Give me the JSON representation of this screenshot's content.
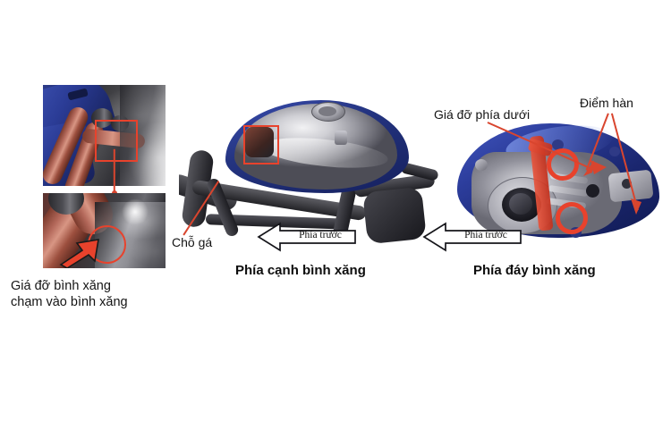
{
  "figure": {
    "background_color": "#ffffff",
    "annotation_color": "#e8422c"
  },
  "panels": [
    {
      "id": "left",
      "name": "tank-bracket-contact",
      "caption_lines": [
        "Giá đỡ bình xăng",
        "chạm vào bình xăng"
      ],
      "annotations": [
        {
          "type": "rect",
          "name": "detail-highlight-box"
        },
        {
          "type": "circle",
          "name": "contact-point-circle"
        },
        {
          "type": "arrow",
          "name": "contact-point-arrow"
        },
        {
          "type": "connector",
          "name": "zoom-connector-line"
        }
      ]
    },
    {
      "id": "middle",
      "name": "tank-side-view",
      "caption": "Phía cạnh bình xăng",
      "callout_label": "Chỗ gá",
      "direction_arrow": "Phía trước",
      "annotations": [
        {
          "type": "rect",
          "name": "mount-highlight-box"
        },
        {
          "type": "leader",
          "name": "mount-leader-line"
        }
      ]
    },
    {
      "id": "right",
      "name": "tank-bottom-view",
      "caption": "Phía đáy bình xăng",
      "callout_labels": [
        "Giá đỡ phía dưới",
        "Điểm hàn"
      ],
      "direction_arrow": "Phía trước",
      "annotations": [
        {
          "type": "bracket",
          "name": "lower-bracket-overlay"
        },
        {
          "type": "circle",
          "name": "weld-point-upper"
        },
        {
          "type": "circle",
          "name": "weld-point-lower"
        },
        {
          "type": "leader",
          "name": "lower-bracket-leader"
        },
        {
          "type": "leader",
          "name": "weld-point-leader-upper"
        },
        {
          "type": "leader",
          "name": "weld-point-leader-lower"
        }
      ]
    }
  ],
  "labels": {
    "left_caption_line1": "Giá đỡ bình xăng",
    "left_caption_line2": "chạm vào bình xăng",
    "middle_callout": "Chỗ gá",
    "middle_caption": "Phía cạnh bình xăng",
    "middle_direction": "Phía trước",
    "right_callout_bracket": "Giá đỡ phía dưới",
    "right_callout_weld": "Điểm hàn",
    "right_caption": "Phía đáy bình xăng",
    "right_direction": "Phía trước"
  }
}
